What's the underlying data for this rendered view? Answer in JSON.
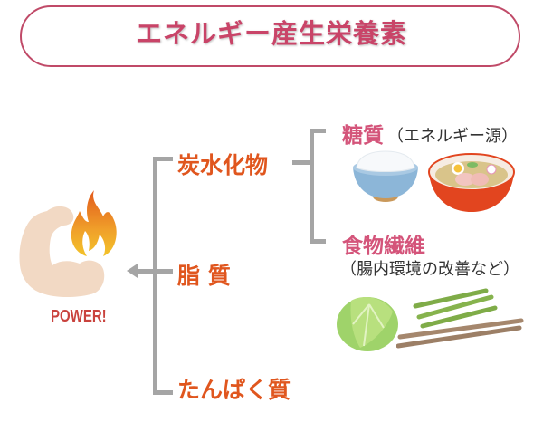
{
  "title": "エネルギー産生栄養素",
  "power_label": "POWER!",
  "categories": [
    {
      "label": "炭水化物"
    },
    {
      "label": "脂 質"
    },
    {
      "label": "たんぱく質"
    }
  ],
  "carb_children": [
    {
      "label": "糖質",
      "note": "（エネルギー源）",
      "images": [
        "rice-bowl",
        "ramen-bowl"
      ]
    },
    {
      "label": "食物繊維",
      "note": "（腸内環境の改善など）",
      "images": [
        "cabbage",
        "asparagus",
        "burdock-root"
      ]
    }
  ],
  "colors": {
    "title": "#c94468",
    "category": "#e0561e",
    "subcategory": "#d4547a",
    "lines": "#a5a5a5"
  }
}
